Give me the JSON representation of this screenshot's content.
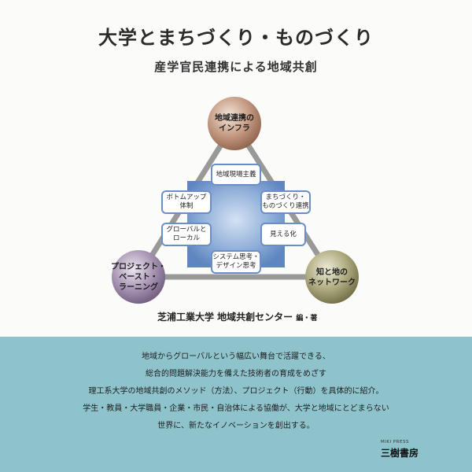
{
  "cover": {
    "title": "大学とまちづくり・ものづくり",
    "subtitle": "産学官民連携による地域共創",
    "nodes": {
      "top": "地域連携の\nインフラ",
      "left": "プロジェクト・\nベースト・\nラーニング",
      "right": "知と地の\nネットワーク"
    },
    "boxes": {
      "top_center": "地域現場主義",
      "upper_left": "ボトムアップ\n体制",
      "upper_right": "まちづくり・\nものづくり連携",
      "lower_left": "グローバルと\nローカル",
      "lower_right": "見える化",
      "bottom_center": "システム思考・\nデザイン思考"
    },
    "editor": {
      "name": "芝浦工業大学 地域共創センター",
      "role": "編・著"
    },
    "description": [
      "地域からグローバルという幅広い舞台で活躍できる、",
      "総合的問題解決能力を備えた技術者の育成をめざす",
      "理工系大学の地域共創のメソッド（方法）、プロジェクト（行動）を具体的に紹介。",
      "学生・教員・大学職員・企業・市民・自治体による協働が、大学と地域にとどまらない",
      "世界に、新たなイノベーションを創出する。"
    ],
    "publisher": {
      "english": "MIKI PRESS",
      "japanese": "三樹書房"
    }
  },
  "colors": {
    "band": "#8ec3cc",
    "node_brown": "#9a6b55",
    "node_purple": "#7e6a8c",
    "node_olive": "#7d7a50",
    "box_border": "#6a8fc7",
    "triangle": "#999999"
  }
}
